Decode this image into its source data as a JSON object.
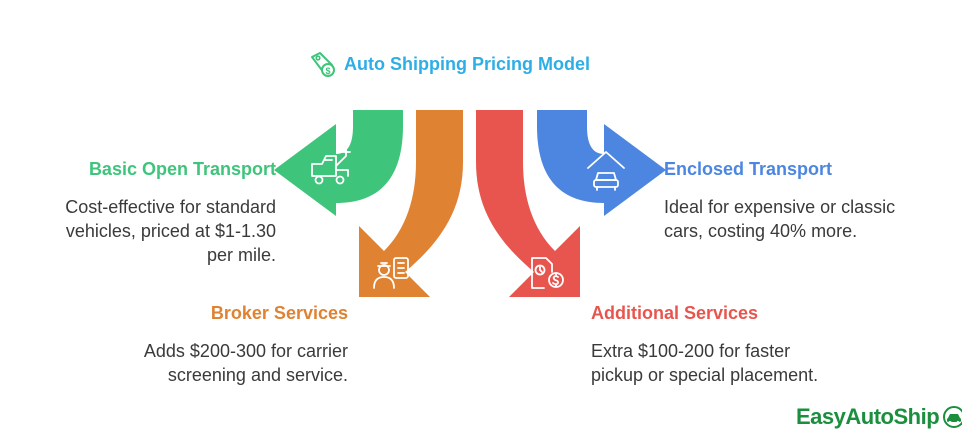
{
  "title": "Auto Shipping Pricing Model",
  "colors": {
    "title": "#2eaee6",
    "green": "#3fc47b",
    "orange": "#df8231",
    "red": "#e8554f",
    "blue": "#4c86e0",
    "logo": "#1b8f3e"
  },
  "items": [
    {
      "heading": "Basic Open Transport",
      "desc1": "Cost-effective for standard",
      "desc2": "vehicles, priced at $1-1.30",
      "desc3": "per mile.",
      "icon": "tow-truck-icon"
    },
    {
      "heading": "Broker Services",
      "desc1": "Adds $200-300 for carrier",
      "desc2": "screening and service.",
      "icon": "broker-checklist-icon"
    },
    {
      "heading": "Additional Services",
      "desc1": "Extra $100-200 for faster",
      "desc2": "pickup or special placement.",
      "icon": "time-money-icon"
    },
    {
      "heading": "Enclosed Transport",
      "desc1": "Ideal for expensive or classic",
      "desc2": "cars, costing 40% more.",
      "icon": "garage-car-icon"
    }
  ],
  "brand": {
    "name": "EasyAutoShip",
    "icon": "car-globe-icon"
  }
}
